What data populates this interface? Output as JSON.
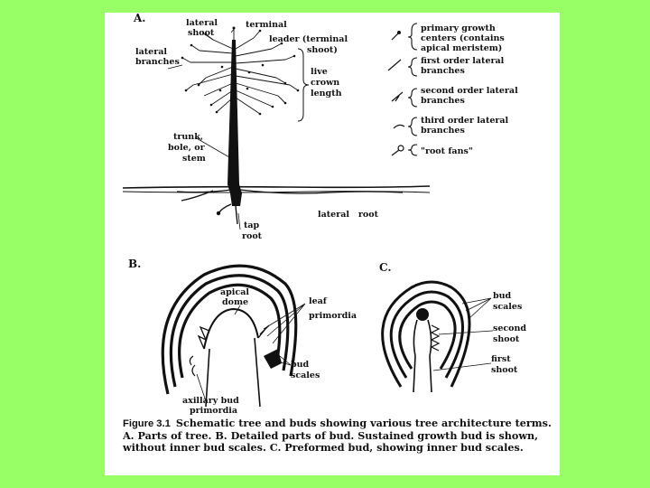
{
  "background_color": "#99ff66",
  "figure": {
    "panel_a": {
      "panel_label": "A.",
      "labels": {
        "lateral_shoot_1": "lateral",
        "lateral_shoot_2": "shoot",
        "terminal_1": "terminal",
        "terminal_2": "leader (terminal",
        "terminal_3": "shoot)",
        "lateral_branches_1": "lateral",
        "lateral_branches_2": "branches",
        "live_crown_1": "live",
        "live_crown_2": "crown",
        "live_crown_3": "length",
        "trunk_1": "trunk,",
        "trunk_2": "bole, or",
        "trunk_3": "stem",
        "lateral_root": "lateral   root",
        "tap_root_1": "tap",
        "tap_root_2": "root"
      },
      "legend": [
        {
          "icon": "primary-growth-center-icon",
          "lines": [
            "primary growth",
            "centers (contains",
            "apical meristem)"
          ]
        },
        {
          "icon": "first-order-branch-icon",
          "lines": [
            "first order lateral",
            "branches"
          ]
        },
        {
          "icon": "second-order-branch-icon",
          "lines": [
            "second order lateral",
            "branches"
          ]
        },
        {
          "icon": "third-order-branch-icon",
          "lines": [
            "third order lateral",
            "branches"
          ]
        },
        {
          "icon": "root-fan-icon",
          "lines": [
            "\"root fans\""
          ]
        }
      ]
    },
    "panel_b": {
      "panel_label": "B.",
      "labels": {
        "apical_dome_1": "apical",
        "apical_dome_2": "dome",
        "leaf_primordia_1": "leaf",
        "leaf_primordia_2": "primordia",
        "bud_scales_1": "bud",
        "bud_scales_2": "scales",
        "axillary_1": "axillary bud",
        "axillary_2": "primordia"
      }
    },
    "panel_c": {
      "panel_label": "C.",
      "labels": {
        "bud_scales_1": "bud",
        "bud_scales_2": "scales",
        "second_shoot_1": "second",
        "second_shoot_2": "shoot",
        "first_shoot_1": "first",
        "first_shoot_2": "shoot"
      }
    }
  },
  "caption": {
    "figure_label": "Figure 3.1",
    "text": "Schematic tree and buds showing various tree architecture terms. A. Parts of tree. B. Detailed parts of bud. Sustained growth bud is shown, without inner bud scales. C. Preformed bud, showing inner bud scales."
  }
}
